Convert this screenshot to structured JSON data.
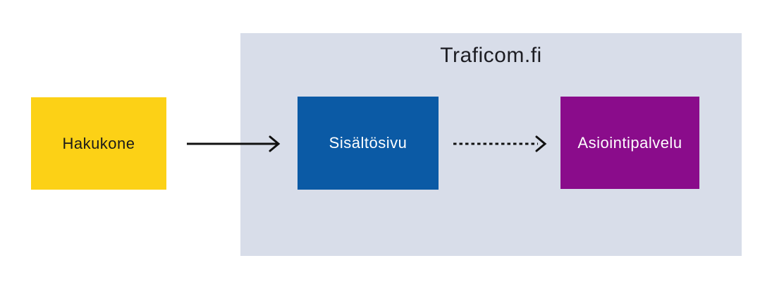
{
  "diagram": {
    "page_background": "#ffffff",
    "arrow_color": "#111111",
    "container": {
      "label": "Traficom.fi",
      "color": "#d8dde9",
      "text_color": "#1d1d23",
      "contains": [
        "sisaltosivu",
        "asiointipalvelu"
      ]
    },
    "nodes": [
      {
        "id": "hakukone",
        "label": "Hakukone",
        "color": "#fcd116",
        "text_color": "#1a1a1a"
      },
      {
        "id": "sisaltosivu",
        "label": "Sisältösivu",
        "color": "#0b5aa5",
        "text_color": "#ffffff"
      },
      {
        "id": "asiointipalvelu",
        "label": "Asiointipalvelu",
        "color": "#8a0c8b",
        "text_color": "#ffffff"
      }
    ],
    "edges": [
      {
        "from": "Hakukone",
        "to": "Sisältösivu",
        "style": "solid"
      },
      {
        "from": "Sisältösivu",
        "to": "Asiointipalvelu",
        "style": "dashed"
      }
    ]
  }
}
